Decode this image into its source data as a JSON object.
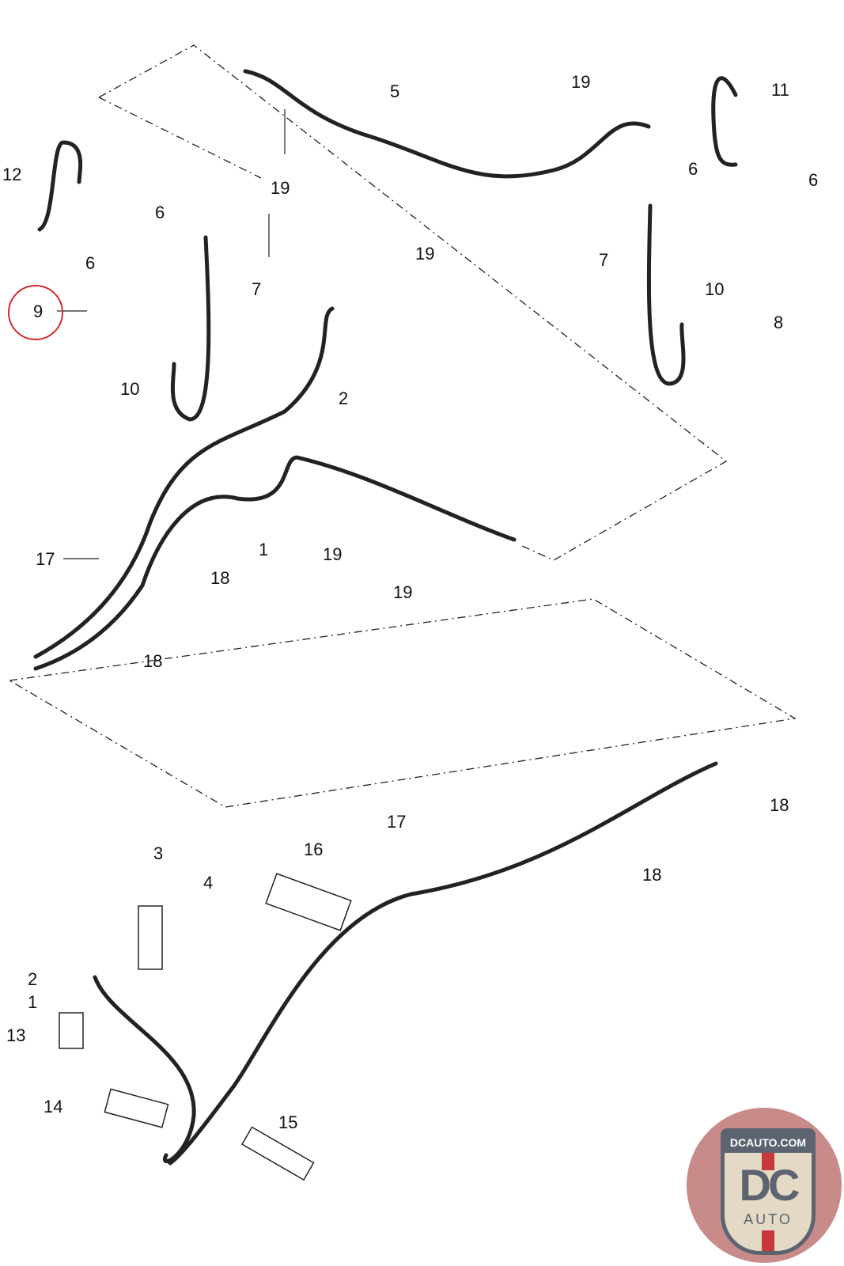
{
  "diagram": {
    "type": "exploded parts diagram",
    "highlighted_part": "9",
    "highlight_color": "#d32b2b",
    "callouts": [
      {
        "label": "5"
      },
      {
        "label": "19"
      },
      {
        "label": "11"
      },
      {
        "label": "12"
      },
      {
        "label": "19"
      },
      {
        "label": "6"
      },
      {
        "label": "6"
      },
      {
        "label": "6"
      },
      {
        "label": "19"
      },
      {
        "label": "6"
      },
      {
        "label": "7"
      },
      {
        "label": "7"
      },
      {
        "label": "10"
      },
      {
        "label": "9"
      },
      {
        "label": "8"
      },
      {
        "label": "10"
      },
      {
        "label": "2"
      },
      {
        "label": "17"
      },
      {
        "label": "18"
      },
      {
        "label": "1"
      },
      {
        "label": "19"
      },
      {
        "label": "19"
      },
      {
        "label": "18"
      },
      {
        "label": "18"
      },
      {
        "label": "17"
      },
      {
        "label": "16"
      },
      {
        "label": "18"
      },
      {
        "label": "3"
      },
      {
        "label": "4"
      },
      {
        "label": "2"
      },
      {
        "label": "1"
      },
      {
        "label": "13"
      },
      {
        "label": "14"
      },
      {
        "label": "15"
      }
    ]
  },
  "logo": {
    "top_text": "DCAUTO.COM",
    "main": "DC",
    "sub": "AUTO"
  }
}
